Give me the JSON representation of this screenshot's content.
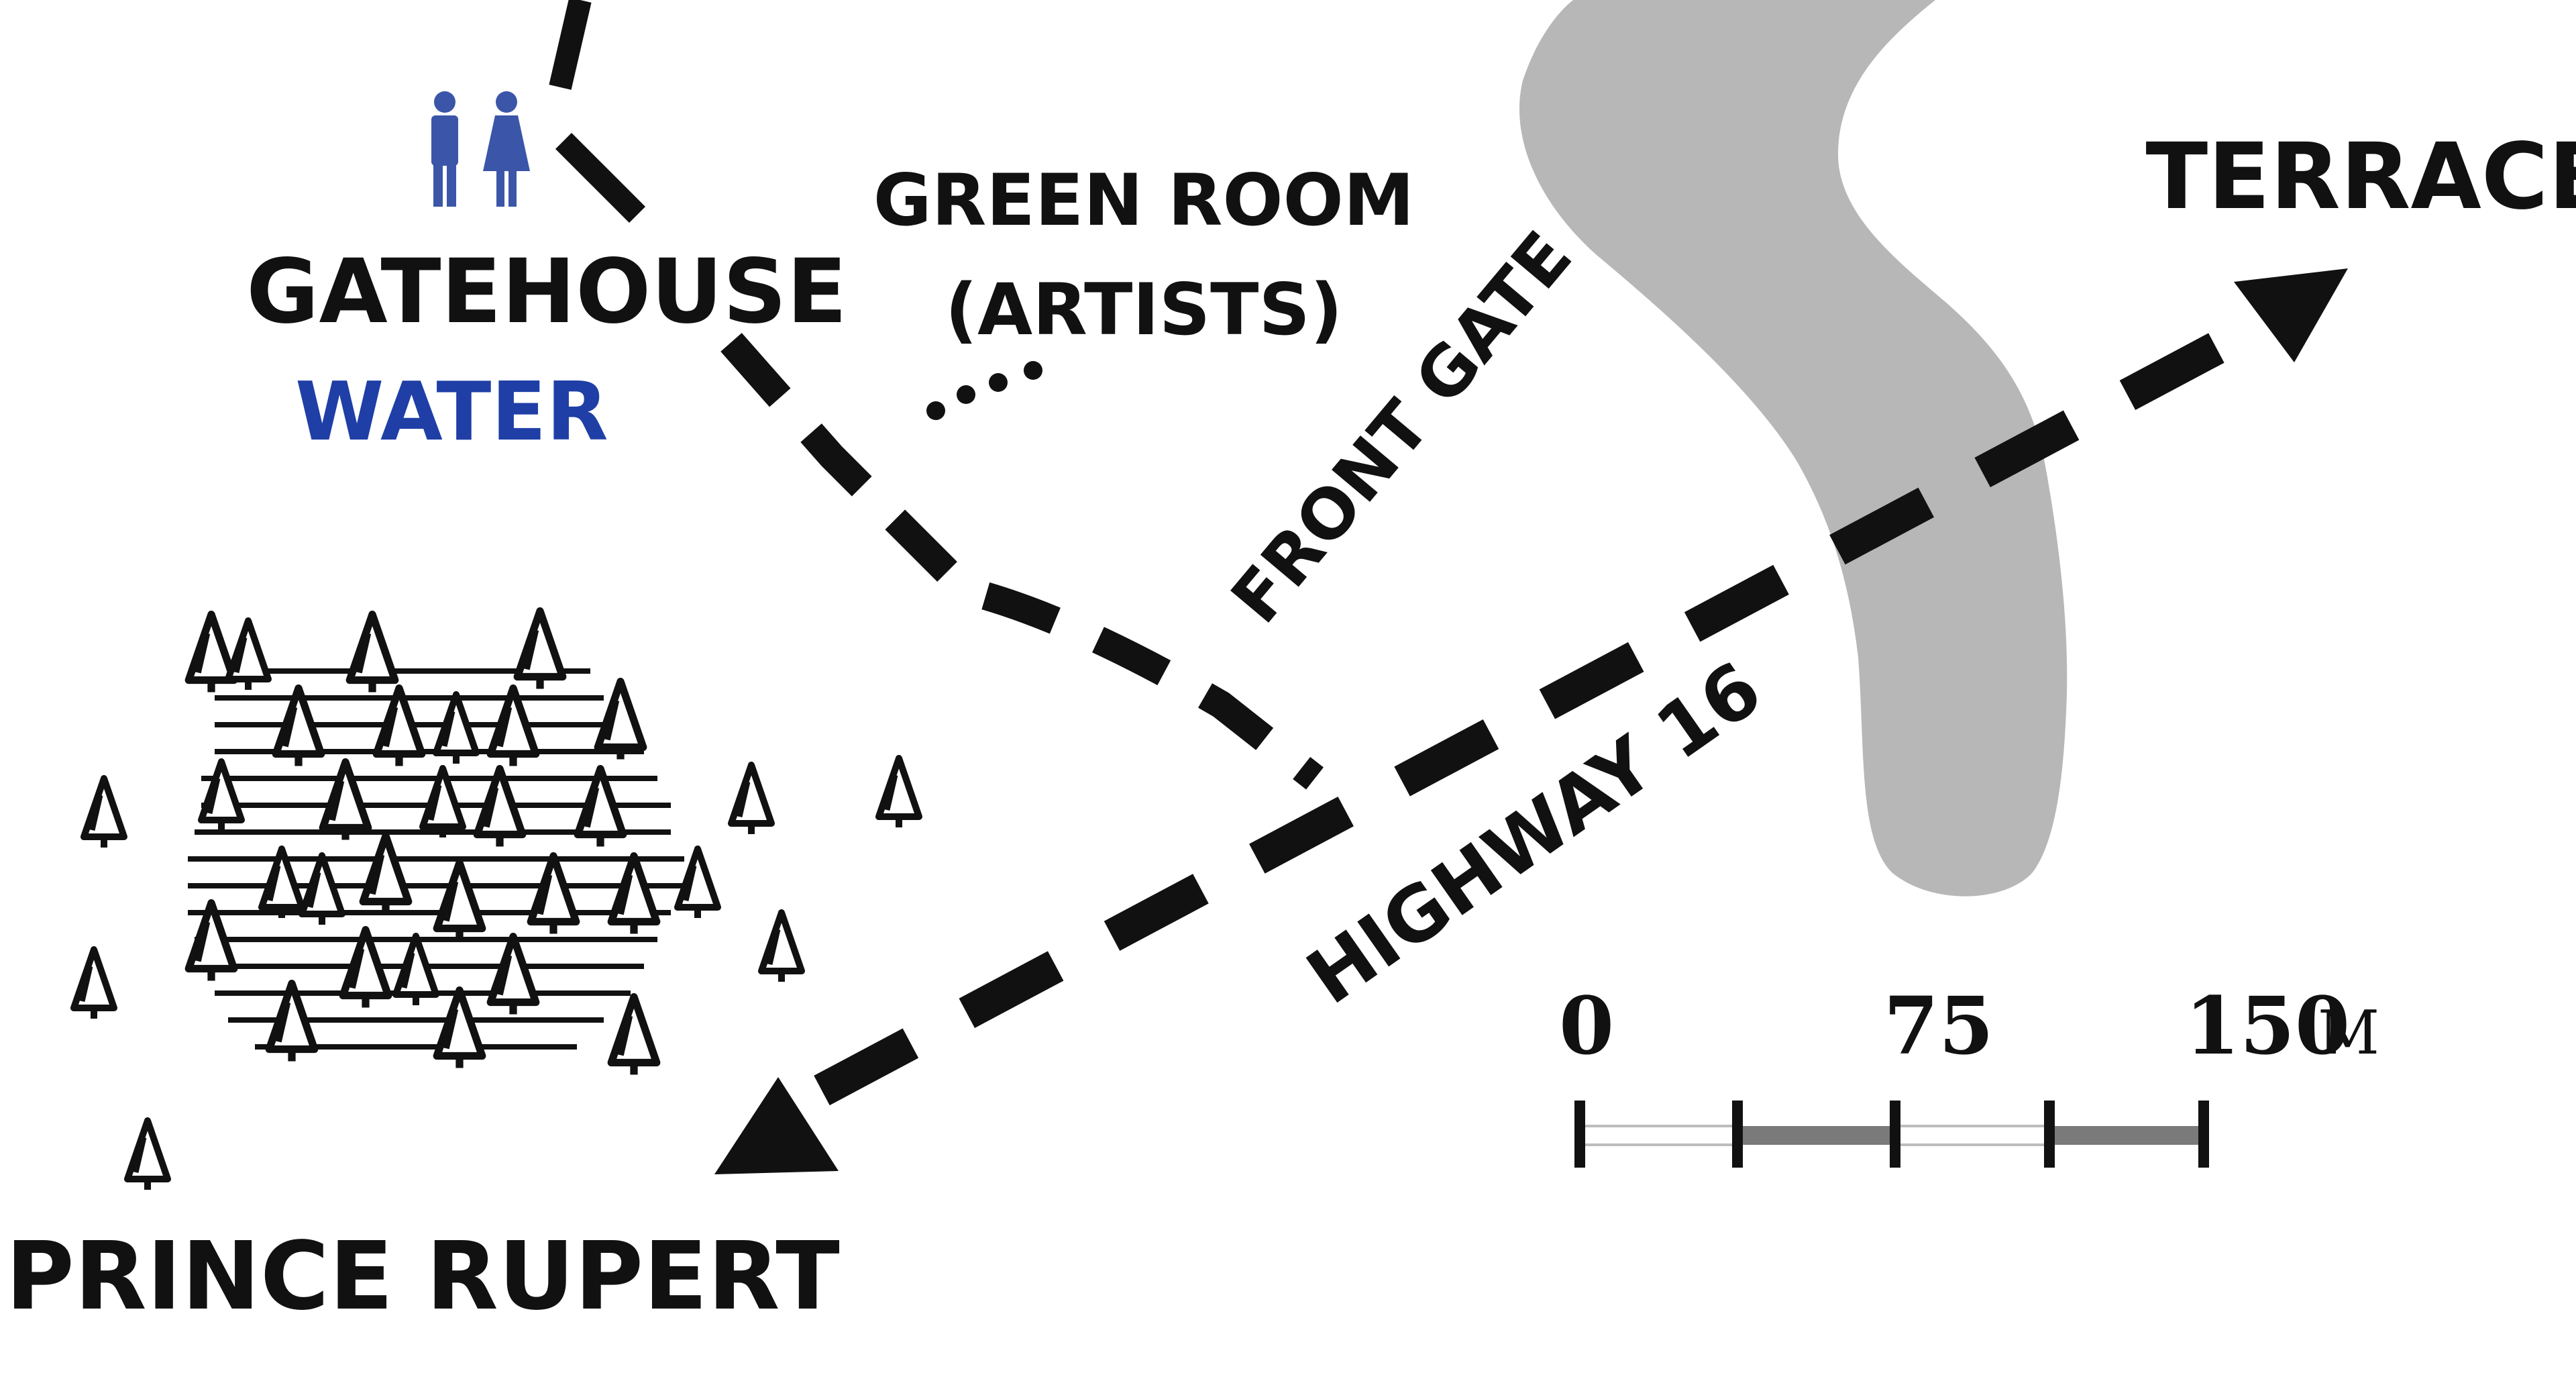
{
  "map": {
    "labels": {
      "gatehouse": "GATEHOUSE",
      "water": "WATER",
      "green_room_line1": "GREEN ROOM",
      "green_room_line2": "(ARTISTS)",
      "front_gate": "FRONT GATE",
      "terrace": "TERRACE",
      "highway": "HIGHWAY 16",
      "prince_rupert": "PRINCE RUPERT"
    },
    "scale_bar": {
      "tick_0": "0",
      "tick_75": "75",
      "tick_150": "150",
      "unit": "M"
    },
    "icons": [
      "restroom-icon",
      "forest-icon",
      "tree-icon"
    ],
    "colors": {
      "ink": "#111111",
      "water_label": "#1f3fa6",
      "restroom_icon": "#3b56a8",
      "lake": "#b7b7b7",
      "scale_fill": "#7a7a7a"
    }
  }
}
